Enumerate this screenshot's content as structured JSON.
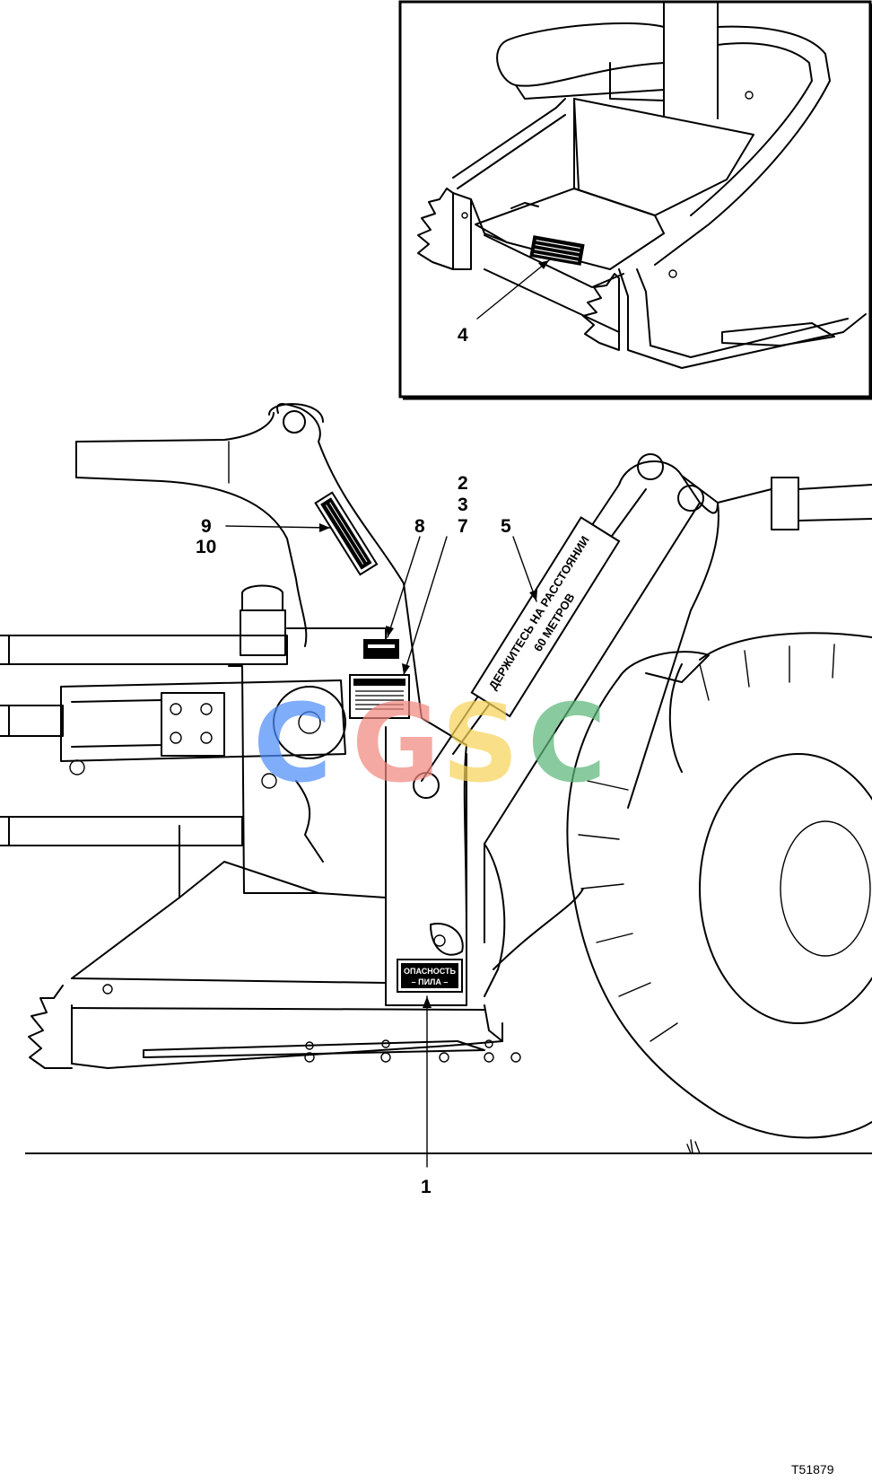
{
  "callouts": {
    "c1": "1",
    "c2": "2",
    "c3": "3",
    "c4": "4",
    "c5": "5",
    "c7": "7",
    "c8": "8",
    "c9": "9",
    "c10": "10"
  },
  "decals": {
    "danger_line1": "ОПАСНОСТЬ",
    "danger_line2": "– ПИЛА –",
    "keep_away_line1": "ДЕРЖИТЕСЬ НА РАССТОЯНИИ",
    "keep_away_line2": "60 МЕТРОВ"
  },
  "watermark": {
    "letters": [
      "C",
      "G",
      "S",
      "C"
    ],
    "colors": [
      "#4f8ef7",
      "#f08a80",
      "#f7d45a",
      "#5cb87a"
    ]
  },
  "figure_ref": "T51879"
}
